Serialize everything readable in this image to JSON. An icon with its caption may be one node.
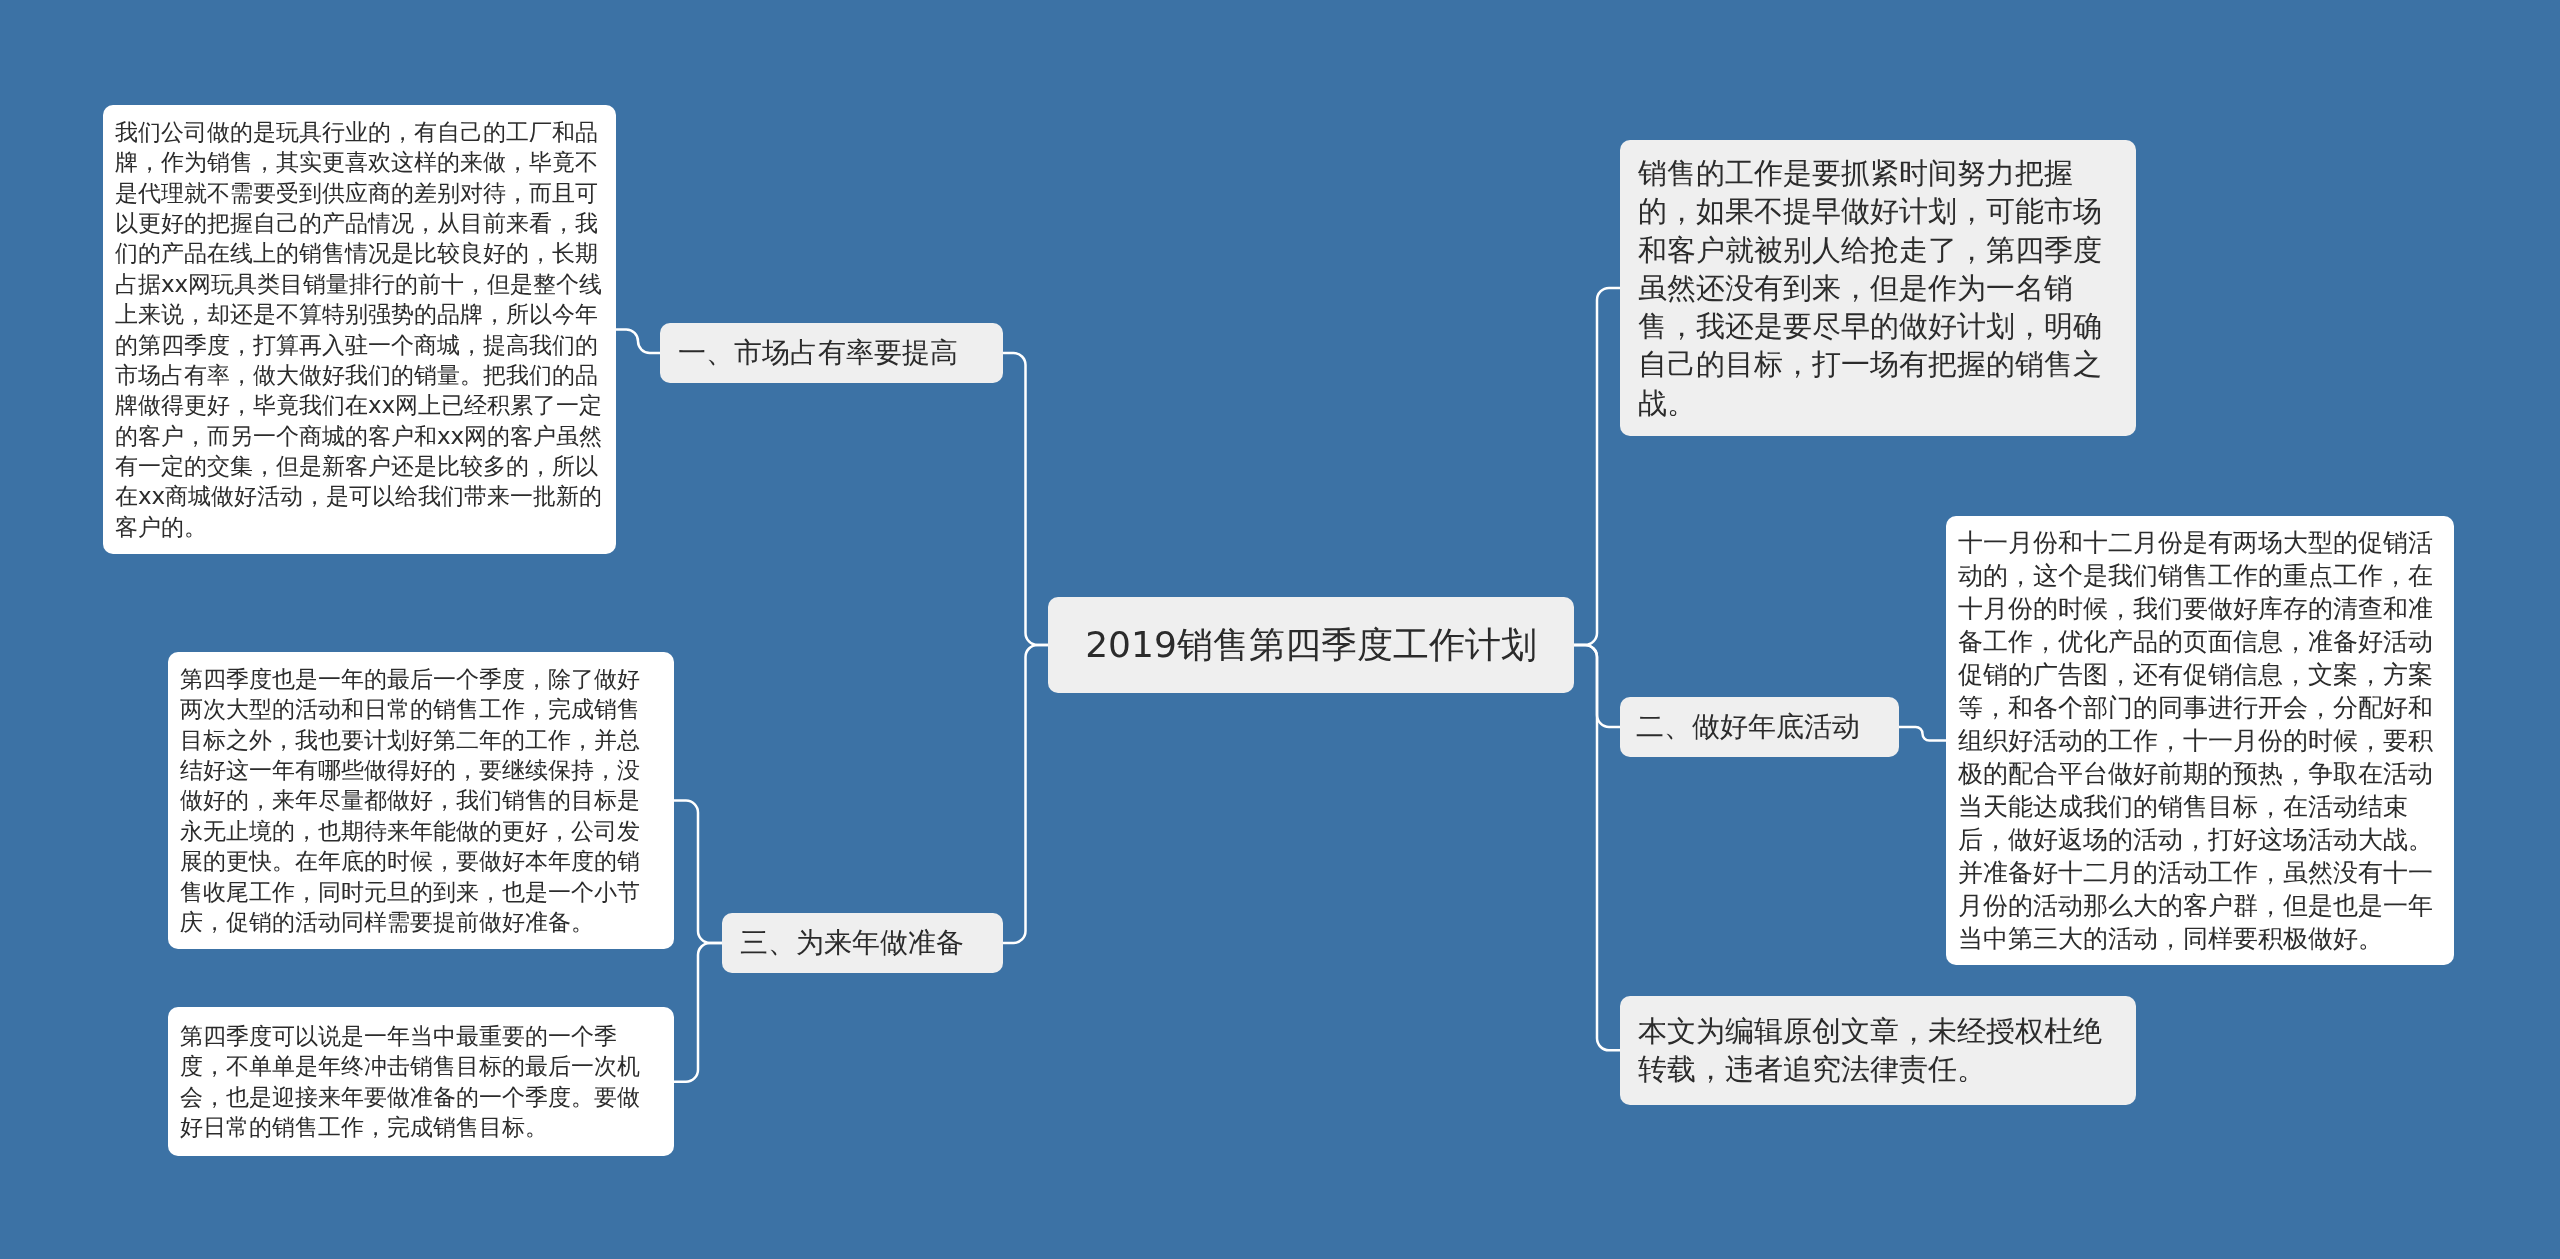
{
  "diagram": {
    "nodes": [
      {
        "text": [
          "2019销售第四季度工作计划"
        ]
      },
      {
        "text": [
          "一、市场占有率要提高"
        ]
      },
      {
        "text": [
          "我们公司做的是玩具行业的，有自己的工厂和品牌，作为销售，其实更喜欢这样的来做，毕竟不是代理就不需要受到供应商的差别对待，而且可以更好的把握自己的产品情况，从目前来看，我们的产品在线上的销售情况是比较良好的，长期占据xx网玩具类目销量排行的前十，但是整个线上来说，却还是不算特别强势的品牌，所以今年的第四季度，打算再入驻一个商城，提高我们的市场占有率，做大做好我们的销量。把我们的品牌做得更好，毕竟我们在xx网上已经积累了一定的客户，而另一个商城的客户和xx网的客户虽然有一定的交集，但是新客户还是比较多的，所以在xx商城做好活动，是可以给我们带来一批新的客户的。"
        ]
      },
      {
        "text": [
          "三、为来年做准备"
        ]
      },
      {
        "text": [
          "第四季度也是一年的最后一个季度，除了做好两次大型的活动和日常的销售工作，完成销售目标之外，我也要计划好第二年的工作，并总结好这一年有哪些做得好的，要继续保持，没做好的，来年尽量都做好，我们销售的目标是永无止境的，也期待来年能做的更好，公司发展的更快。在年底的时候，要做好本年度的销售收尾工作，同时元旦的到来，也是一个小节庆，促销的活动同样需要提前做好准备。"
        ]
      },
      {
        "text": [
          "第四季度可以说是一年当中最重要的一个季度，不单单是年终冲击销售目标的最后一次机会，也是迎接来年要做准备的一个季度。要做好日常的销售工作，完成销售目标。"
        ]
      },
      {
        "text": [
          "销售的工作是要抓紧时间努力把握的，如果不提早做好计划，可能市场和客户就被别人给抢走了，第四季度虽然还没有到来，但是作为一名销售，我还是要尽早的做好计划，明确自己的目标，打一场有把握的销售之战。"
        ]
      },
      {
        "text": [
          "二、做好年底活动"
        ]
      },
      {
        "text": [
          "十一月份和十二月份是有两场大型的促销活动的，这个是我们销售工作的重点工作，在十月份的时候，我们要做好库存的清查和准备工作，优化产品的页面信息，准备好活动促销的广告图，还有促销信息，文案，方案等，和各个部门的同事进行开会，分配好和组织好活动的工作，十一月份的时候，要积极的配合平台做好前期的预热，争取在活动当天能达成我们的销售目标，在活动结束后，做好返场的活动，打好这场活动大战。并准备好十二月的活动工作，虽然没有十一月份的活动那么大的客户群，但是也是一年当中第三大的活动，同样要积极做好。"
        ]
      },
      {
        "text": [
          "本文为编辑原创文章，未经授权杜绝转载，违者追究法律责任。"
        ]
      }
    ],
    "edges": [
      {
        "from": 0,
        "to": 1,
        "arrow": "none"
      },
      {
        "from": 1,
        "to": 2,
        "arrow": "none"
      },
      {
        "from": 0,
        "to": 3,
        "arrow": "none"
      },
      {
        "from": 3,
        "to": 4,
        "arrow": "none"
      },
      {
        "from": 3,
        "to": 5,
        "arrow": "none"
      },
      {
        "from": 0,
        "to": 6,
        "arrow": "none"
      },
      {
        "from": 0,
        "to": 7,
        "arrow": "none"
      },
      {
        "from": 7,
        "to": 8,
        "arrow": "none"
      },
      {
        "from": 0,
        "to": 9,
        "arrow": "none"
      }
    ]
  }
}
